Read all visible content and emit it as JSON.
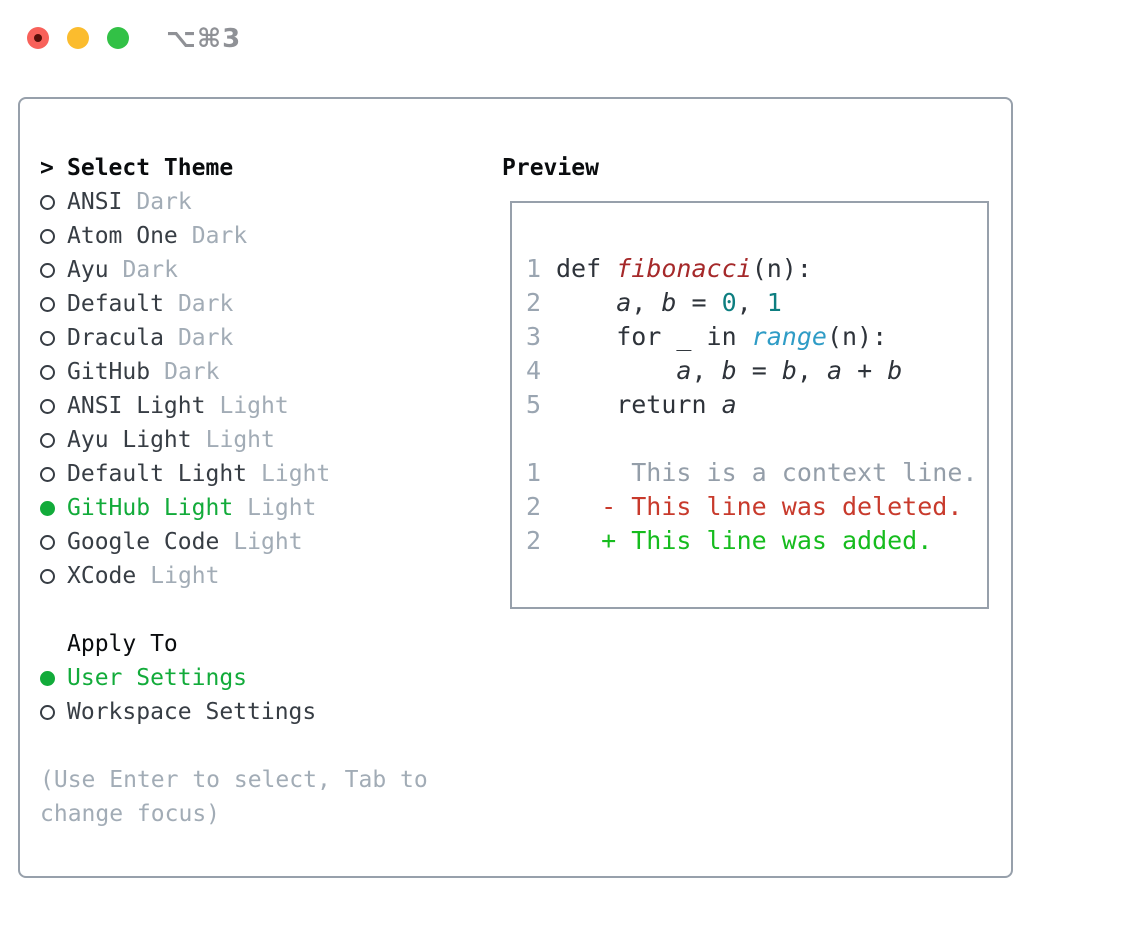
{
  "window": {
    "title": "⌥⌘3",
    "controls": [
      {
        "name": "close",
        "color": "#f8615a"
      },
      {
        "name": "minimize",
        "color": "#fbbc2e"
      },
      {
        "name": "zoom",
        "color": "#32c146"
      }
    ]
  },
  "colors": {
    "selection_green": "#12ab3a",
    "added_green": "#16bc1e",
    "deleted_red": "#c83a2c",
    "function_red": "#a5292a",
    "number_teal": "#0d7e80",
    "builtin_blue": "#2f9cc6",
    "muted_gray": "#a2acb6",
    "border_gray": "#97a0ab"
  },
  "theme_picker": {
    "prompt": ">",
    "title": "Select Theme",
    "items": [
      {
        "label": "ANSI",
        "variant": "Dark",
        "selected": false
      },
      {
        "label": "Atom One",
        "variant": "Dark",
        "selected": false
      },
      {
        "label": "Ayu",
        "variant": "Dark",
        "selected": false
      },
      {
        "label": "Default",
        "variant": "Dark",
        "selected": false
      },
      {
        "label": "Dracula",
        "variant": "Dark",
        "selected": false
      },
      {
        "label": "GitHub",
        "variant": "Dark",
        "selected": false
      },
      {
        "label": "ANSI Light",
        "variant": "Light",
        "selected": false
      },
      {
        "label": "Ayu Light",
        "variant": "Light",
        "selected": false
      },
      {
        "label": "Default Light",
        "variant": "Light",
        "selected": false
      },
      {
        "label": "GitHub Light",
        "variant": "Light",
        "selected": true
      },
      {
        "label": "Google Code",
        "variant": "Light",
        "selected": false
      },
      {
        "label": "XCode",
        "variant": "Light",
        "selected": false
      }
    ]
  },
  "apply_to": {
    "title": "Apply To",
    "options": [
      {
        "label": "User Settings",
        "selected": true
      },
      {
        "label": "Workspace Settings",
        "selected": false
      }
    ]
  },
  "hint": {
    "line1": "(Use Enter to select, Tab to",
    "line2": "change focus)"
  },
  "preview": {
    "title": "Preview",
    "lines": [
      {
        "num": "1",
        "segments": [
          {
            "text": "def ",
            "style": "plain"
          },
          {
            "text": "fibonacci",
            "style": "function"
          },
          {
            "text": "(n):",
            "style": "plain"
          }
        ]
      },
      {
        "num": "2",
        "segments": [
          {
            "text": "    ",
            "style": "plain"
          },
          {
            "text": "a",
            "style": "variable"
          },
          {
            "text": ", ",
            "style": "plain"
          },
          {
            "text": "b",
            "style": "variable"
          },
          {
            "text": " = ",
            "style": "plain"
          },
          {
            "text": "0",
            "style": "number"
          },
          {
            "text": ", ",
            "style": "plain"
          },
          {
            "text": "1",
            "style": "number"
          }
        ]
      },
      {
        "num": "3",
        "segments": [
          {
            "text": "    for _ in ",
            "style": "plain"
          },
          {
            "text": "range",
            "style": "builtin"
          },
          {
            "text": "(n):",
            "style": "plain"
          }
        ]
      },
      {
        "num": "4",
        "segments": [
          {
            "text": "        ",
            "style": "plain"
          },
          {
            "text": "a",
            "style": "variable"
          },
          {
            "text": ", ",
            "style": "plain"
          },
          {
            "text": "b",
            "style": "variable"
          },
          {
            "text": " = ",
            "style": "plain"
          },
          {
            "text": "b",
            "style": "variable"
          },
          {
            "text": ", ",
            "style": "plain"
          },
          {
            "text": "a",
            "style": "variable"
          },
          {
            "text": " + ",
            "style": "plain"
          },
          {
            "text": "b",
            "style": "variable"
          }
        ]
      },
      {
        "num": "5",
        "segments": [
          {
            "text": "    return ",
            "style": "plain"
          },
          {
            "text": "a",
            "style": "variable"
          }
        ]
      },
      {
        "num": "",
        "segments": []
      },
      {
        "num": "1",
        "segments": [
          {
            "text": "     This is a context line.",
            "style": "context"
          }
        ]
      },
      {
        "num": "2",
        "segments": [
          {
            "text": "   - This line was deleted.",
            "style": "deleted"
          }
        ]
      },
      {
        "num": "2",
        "segments": [
          {
            "text": "   + This line was added.",
            "style": "added"
          }
        ]
      }
    ]
  }
}
